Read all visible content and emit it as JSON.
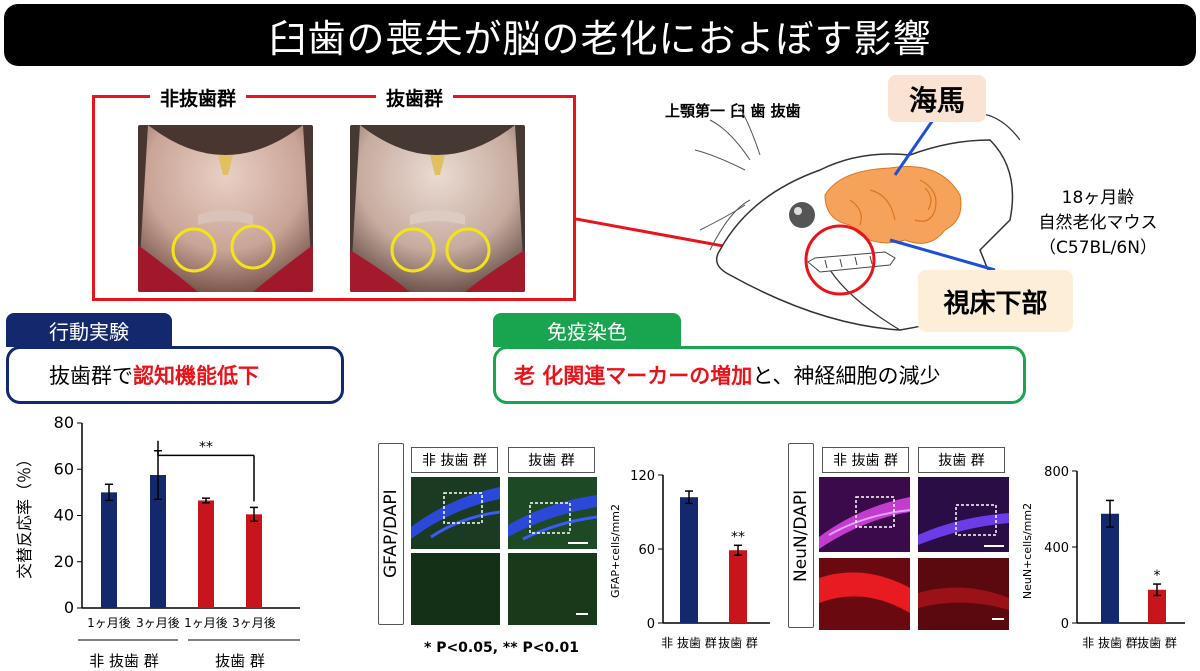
{
  "title": "臼歯の喪失が脳の老化におよぼす影響",
  "photos": {
    "non_extraction_label": "非抜歯群",
    "extraction_label": "抜歯群"
  },
  "mouse": {
    "procedure_label": "上顎第一 臼 歯 抜歯",
    "hippocampus": "海馬",
    "hypothalamus": "視床下部",
    "model_line1": "18ヶ月齢",
    "model_line2": "自然老化マウス",
    "model_line3": "（C57BL/6N）"
  },
  "behavior": {
    "tab": "行動実験",
    "summary_prefix": "抜歯群で",
    "summary_highlight": "認知機能低下"
  },
  "immuno": {
    "tab": "免疫染色",
    "summary_highlight": "老 化関連マーカーの増加",
    "summary_suffix": "と、神経細胞の減少"
  },
  "colors": {
    "navy": "#14286e",
    "red": "#c8141b",
    "green": "#19a550",
    "callout_bg": "#fbe3d3",
    "callout_bg2": "#fdeed8",
    "brain_orange": "#f7a25a"
  },
  "gfap_panel": {
    "side_label": "GFAP/DAPI",
    "col1": "非 抜歯 群",
    "col2": "抜歯 群"
  },
  "neun_panel": {
    "side_label": "NeuN/DAPI",
    "col1": "非 抜歯 群",
    "col2": "抜歯 群"
  },
  "significance_note": "* P<0.05, ** P<0.01",
  "chart_data": [
    {
      "type": "bar",
      "ylabel": "交替反応率（％）",
      "ylim": [
        0,
        80
      ],
      "yticks": [
        0,
        20,
        40,
        60,
        80
      ],
      "categories": [
        "1ヶ月後",
        "3ヶ月後",
        "1ヶ月後",
        "3ヶ月後"
      ],
      "groups": [
        "非 抜歯 群",
        "抜歯 群"
      ],
      "values": [
        50,
        57.5,
        46.5,
        40.5
      ],
      "errors": [
        3.5,
        10.5,
        1,
        3
      ],
      "colors": [
        "#14286e",
        "#14286e",
        "#c8141b",
        "#c8141b"
      ],
      "annotation": "**"
    },
    {
      "type": "bar",
      "ylabel": "GFAP+cells/mm2",
      "ylim": [
        0,
        120
      ],
      "yticks": [
        0,
        60,
        120
      ],
      "categories": [
        "非 抜歯 群",
        "抜歯 群"
      ],
      "values": [
        102,
        59
      ],
      "errors": [
        5,
        4
      ],
      "colors": [
        "#14286e",
        "#c8141b"
      ],
      "annotation": "**"
    },
    {
      "type": "bar",
      "ylabel": "NeuN+cells/mm2",
      "ylim": [
        0,
        800
      ],
      "yticks": [
        0,
        400,
        800
      ],
      "categories": [
        "非 抜歯 群",
        "抜歯 群"
      ],
      "values": [
        575,
        175
      ],
      "errors": [
        70,
        30
      ],
      "colors": [
        "#14286e",
        "#c8141b"
      ],
      "annotation": "*"
    }
  ]
}
